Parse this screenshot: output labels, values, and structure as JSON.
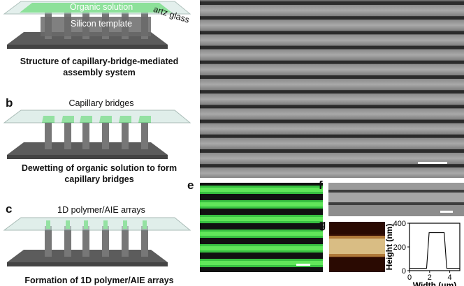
{
  "panel_a": {
    "organic_solution_label": "Organic solution",
    "quartz_label": "artz glass",
    "template_label": "Silicon template",
    "caption_line1": "Structure of capillary-bridge-mediated",
    "caption_line2": "assembly system"
  },
  "panel_b": {
    "letter": "b",
    "bridges_label": "Capillary bridges",
    "caption_line1": "Dewetting of organic solution to  form",
    "caption_line2": "capillary bridges"
  },
  "panel_c": {
    "letter": "c",
    "arrays_label": "1D polymer/AIE arrays",
    "caption": "Formation of 1D polymer/AIE arrays"
  },
  "panel_e": {
    "letter": "e"
  },
  "panel_f": {
    "letter": "f"
  },
  "panel_g": {
    "letter": "g"
  },
  "colors": {
    "green": "#3fe04a",
    "glass": "#cde3dd",
    "silicon": "#6e6e6e",
    "afm_stripe": "#d9bd84"
  },
  "chart_data": {
    "type": "line",
    "xlabel": "Width (μm)",
    "ylabel": "Height (nm)",
    "xlim": [
      0,
      5
    ],
    "ylim": [
      0,
      400
    ],
    "x_ticks": [
      "0",
      "2",
      "4"
    ],
    "y_ticks": [
      "0",
      "200",
      "400"
    ],
    "series": [
      {
        "x": [
          0,
          1.7,
          1.95,
          3.45,
          3.7,
          5
        ],
        "y": [
          20,
          20,
          320,
          320,
          20,
          20
        ]
      }
    ]
  }
}
